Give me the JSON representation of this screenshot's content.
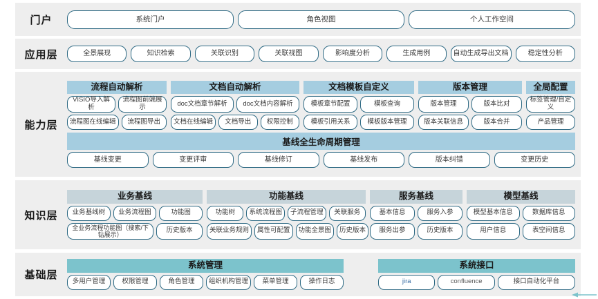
{
  "layers": [
    {
      "id": "portal",
      "label": "门户",
      "buttons": [
        "系统门户",
        "角色视图",
        "个人工作空间"
      ]
    },
    {
      "id": "application",
      "label": "应用层",
      "buttons": [
        "全景展现",
        "知识检索",
        "关联识别",
        "关联视图",
        "影响度分析",
        "生成用例",
        "自动生成导出文档",
        "稳定性分析"
      ]
    },
    {
      "id": "capability",
      "label": "能力层",
      "groups": [
        {
          "header": "流程自动解析",
          "rows": [
            [
              "VISIO导入解析",
              "流程图前端展示"
            ],
            [
              "流程图在线编辑",
              "流程图导出"
            ]
          ]
        },
        {
          "header": "文档自动解析",
          "rows": [
            [
              "doc文档章节解析",
              "doc文档内容解析"
            ],
            [
              "文档在线编辑",
              "文档导出",
              "权限控制"
            ]
          ]
        },
        {
          "header": "文档模板自定义",
          "rows": [
            [
              "模板章节配置",
              "模板查询"
            ],
            [
              "模板引用关系",
              "模板版本管理"
            ]
          ]
        },
        {
          "header": "版本管理",
          "rows": [
            [
              "版本管理",
              "版本比对"
            ],
            [
              "版本关联信息",
              "版本合并"
            ]
          ]
        },
        {
          "header": "全局配置",
          "rows": [
            [
              "标签管理/自定义"
            ],
            [
              "产品管理"
            ]
          ]
        }
      ],
      "banner": {
        "header": "基线全生命周期管理",
        "buttons": [
          "基线变更",
          "变更评审",
          "基线修订",
          "基线发布",
          "版本纠错",
          "变更历史"
        ]
      }
    },
    {
      "id": "knowledge",
      "label": "知识层",
      "groups": [
        {
          "header": "业务基线",
          "rows": [
            [
              "业务基线树",
              "业务流程图",
              "功能图"
            ],
            [
              "全业务流程功能图（搜索/下钻展示）",
              "历史版本"
            ]
          ]
        },
        {
          "header": "功能基线",
          "rows": [
            [
              "功能树",
              "系统流程图",
              "子流程管理",
              "关联服务"
            ],
            [
              "关联业务规则",
              "属性可配置",
              "功能全景图",
              "历史版本"
            ]
          ]
        },
        {
          "header": "服务基线",
          "rows": [
            [
              "基本信息",
              "服务入参"
            ],
            [
              "服务出参",
              "历史版本"
            ]
          ]
        },
        {
          "header": "模型基线",
          "rows": [
            [
              "模型基本信息",
              "数据库信息"
            ],
            [
              "用户信息",
              "表空间信息"
            ]
          ]
        }
      ]
    },
    {
      "id": "foundation",
      "label": "基础层",
      "groups": [
        {
          "header": "系统管理",
          "rows": [
            [
              "多用户管理",
              "权限管理",
              "角色管理",
              "组织机构管理",
              "菜单管理",
              "操作日志"
            ]
          ]
        },
        {
          "header": "系统接口",
          "rows": [
            [
              "jira",
              "confluence",
              "接口自动化平台"
            ]
          ]
        }
      ]
    }
  ],
  "colors": {
    "band_background": "#eeeeee",
    "pill_border": "#2e6a84",
    "capability_header": "#a5cde0",
    "knowledge_header": "#c6d4da",
    "foundation_header": "#7cc3cc",
    "page_background": "#ffffff"
  }
}
